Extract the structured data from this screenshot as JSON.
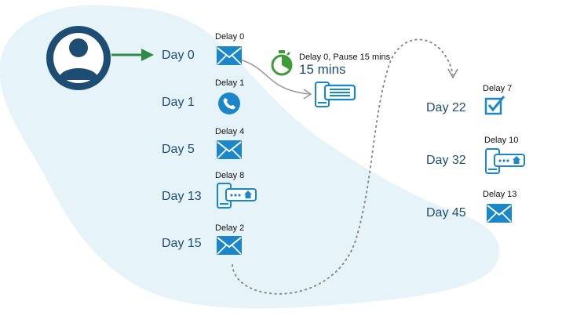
{
  "colors": {
    "blob": "#e6f4f9",
    "avatar": "#1e4d74",
    "day_text": "#1e4d74",
    "icon_blue": "#1b86c8",
    "arrow_green": "#2e8b45",
    "timer_green": "#3f9a3a",
    "dotted_path": "#8a8a8a"
  },
  "steps": [
    {
      "day": "Day 0",
      "delay": "Delay 0",
      "channel": "email",
      "icon": "envelope-icon"
    },
    {
      "day": "Day 1",
      "delay": "Delay 1",
      "channel": "call",
      "icon": "phone-icon"
    },
    {
      "day": "Day 5",
      "delay": "Delay 4",
      "channel": "email",
      "icon": "envelope-icon"
    },
    {
      "day": "Day 13",
      "delay": "Delay 8",
      "channel": "voicemail",
      "icon": "mobile-voicemail-icon"
    },
    {
      "day": "Day 15",
      "delay": "Delay 2",
      "channel": "email",
      "icon": "envelope-icon"
    },
    {
      "day": "Day 22",
      "delay": "Delay 7",
      "channel": "task",
      "icon": "checkbox-icon"
    },
    {
      "day": "Day 32",
      "delay": "Delay 10",
      "channel": "voicemail",
      "icon": "mobile-voicemail-icon"
    },
    {
      "day": "Day 45",
      "delay": "Delay 13",
      "channel": "email",
      "icon": "envelope-icon"
    }
  ],
  "pause": {
    "label": "Delay 0, Pause 15 mins",
    "value": "15 mins",
    "icon": "stopwatch-icon",
    "target_icon": "mobile-sms-icon"
  },
  "contact": {
    "icon": "user-avatar-icon"
  }
}
